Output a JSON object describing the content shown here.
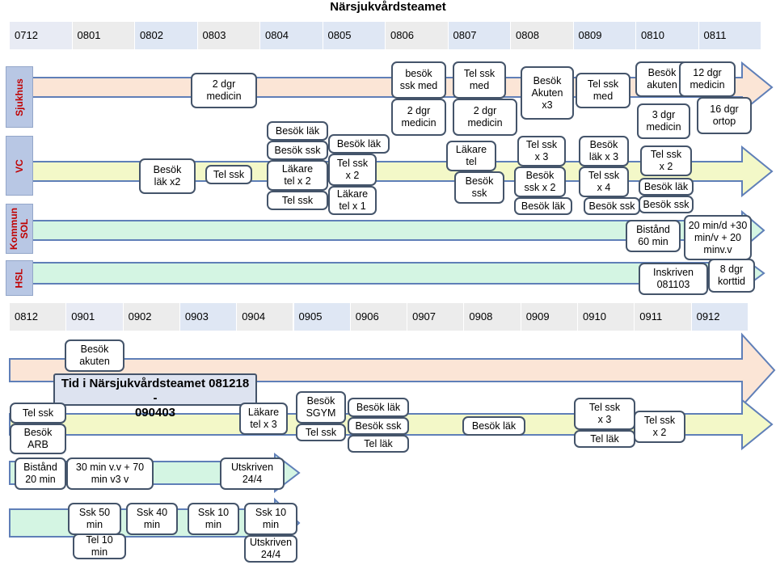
{
  "title": "Närsjukvårdsteamet",
  "top_months": [
    "0712",
    "0801",
    "0802",
    "0803",
    "0804",
    "0805",
    "0806",
    "0807",
    "0808",
    "0809",
    "0810",
    "0811"
  ],
  "bottom_months": [
    "0812",
    "0901",
    "0902",
    "0903",
    "0904",
    "0905",
    "0906",
    "0907",
    "0908",
    "0909",
    "0910",
    "0911",
    "0912"
  ],
  "lanes": {
    "sjukhus": "Sjukhus",
    "vc": "VC",
    "kommun_sol": "Kommun\nSOL",
    "hsl": "HSL"
  },
  "colors": {
    "sjukhus": "#fbe5d6",
    "vc": "#f3f8c8",
    "kommun": "#d4f5e3",
    "arrow_stroke": "#5f7fb8"
  },
  "top_boxes": {
    "b01": "2 dgr\nmedicin",
    "b02": "Besök\nläk x2",
    "b03": "Tel ssk",
    "b04": "Besök läk",
    "b05": "Besök ssk",
    "b06": "Läkare\ntel x 2",
    "b07": "Tel ssk",
    "b08": "Besök läk",
    "b09": "Tel ssk\nx 2",
    "b10": "Läkare\ntel x 1",
    "b11": "besök\nssk med",
    "b12": "2 dgr\nmedicin",
    "b13": "Tel ssk\nmed",
    "b14": "2 dgr\nmedicin",
    "b15": "Läkare\ntel",
    "b16": "Besök\nssk",
    "b17": "Besök\nAkuten\nx3",
    "b18": "Tel ssk\nx 3",
    "b19": "Besök\nssk x 2",
    "b20": "Besök läk",
    "b21": "Tel ssk\nmed",
    "b22": "Besök\nläk x 3",
    "b23": "Tel ssk\nx 4",
    "b24": "Besök ssk",
    "b25": "Besök\nakuten",
    "b26": "12 dgr\nmedicin",
    "b27": "3 dgr\nmedicin",
    "b28": "16 dgr\nortop",
    "b29": "Tel ssk\nx 2",
    "b30": "Besök läk",
    "b31": "Besök ssk",
    "b32": "Bistånd\n60 min",
    "b33": "20 min/d +30\nmin/v + 20\nminv.v",
    "b34": "Inskriven\n081103",
    "b35": "8 dgr\nkorttid"
  },
  "tid_label": "Tid i Närsjukvårdsteamet 081218 -\n090403",
  "bottom_boxes": {
    "c01": "Besök\nakuten",
    "c02": "Tel ssk",
    "c03": "Besök\nARB",
    "c04": "Läkare\ntel x 3",
    "c05": "Besök\nSGYM",
    "c06": "Tel ssk",
    "c07": "Besök läk",
    "c08": "Besök ssk",
    "c09": "Tel läk",
    "c10": "Besök läk",
    "c11": "Tel ssk\nx 3",
    "c12": "Tel läk",
    "c13": "Tel ssk\nx 2",
    "c14": "Bistånd\n20 min",
    "c15": "30 min v.v + 70\nmin v3 v",
    "c16": "Utskriven\n24/4",
    "c17": "Ssk 50\nmin",
    "c18": "Ssk 40\nmin",
    "c19": "Ssk 10\nmin",
    "c20": "Ssk 10\nmin",
    "c21": "Tel 10\nmin",
    "c22": "Utskriven\n24/4"
  }
}
